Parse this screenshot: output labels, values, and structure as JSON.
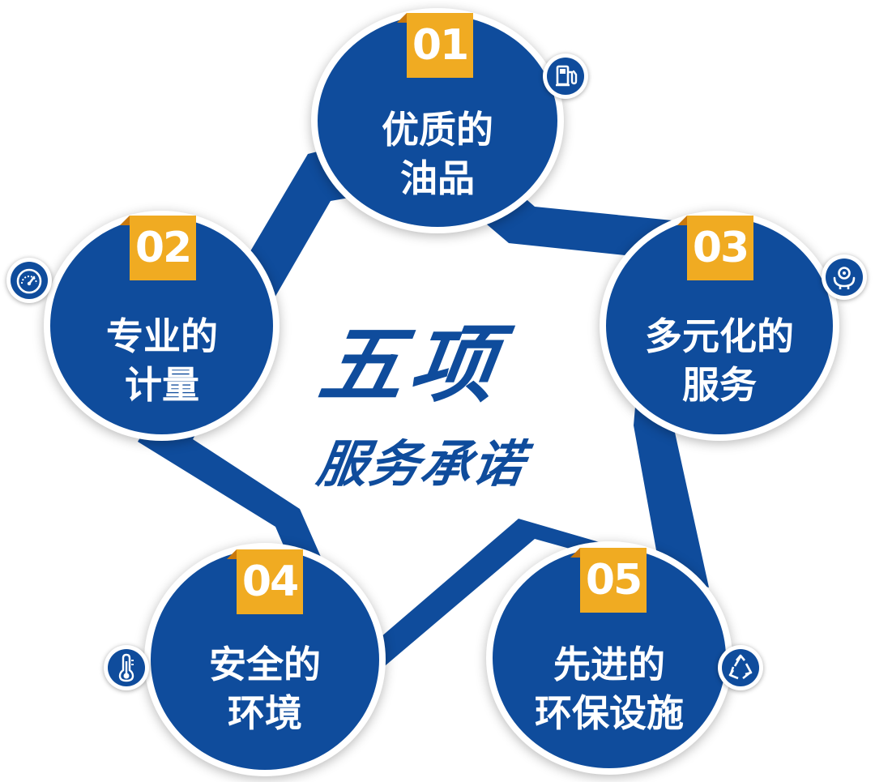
{
  "title": {
    "main": "五项",
    "sub": "服务承诺"
  },
  "colors": {
    "primary_blue": "#0f4c9c",
    "badge_orange": "#f0ab22",
    "badge_fold": "#c8780e",
    "text_white": "#ffffff"
  },
  "promises": [
    {
      "number": "01",
      "line1": "优质的",
      "line2": "油品",
      "icon": "fuel-pump-icon"
    },
    {
      "number": "02",
      "line1": "专业的",
      "line2": "计量",
      "icon": "speedometer-gauge-icon"
    },
    {
      "number": "03",
      "line1": "多元化的",
      "line2": "服务",
      "icon": "hand-service-icon"
    },
    {
      "number": "04",
      "line1": "安全的",
      "line2": "环境",
      "icon": "thermometer-icon"
    },
    {
      "number": "05",
      "line1": "先进的",
      "line2": "环保设施",
      "icon": "recycle-icon"
    }
  ]
}
